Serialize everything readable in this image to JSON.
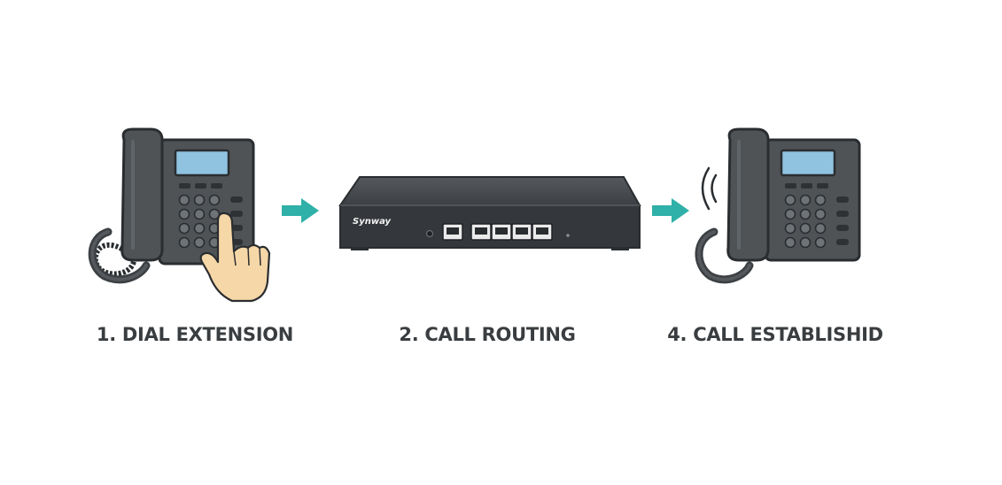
{
  "steps": [
    {
      "label": "1. DIAL EXTENSION"
    },
    {
      "label": "2. CALL ROUTING"
    },
    {
      "label": "4. CALL ESTABLISHID"
    }
  ],
  "device": {
    "brand": "Synway"
  },
  "colors": {
    "arrow": "#2fb0a8",
    "phone_body": "#4f5356",
    "phone_outline": "#2a2d30",
    "screen": "#8fc3e0",
    "router_body": "#3a3d40",
    "skin": "#f6d7a7",
    "label_text": "#3a3d40"
  },
  "icons": {
    "left_phone": "desk-phone-icon",
    "hand": "pointing-hand-icon",
    "router": "network-gateway-icon",
    "right_phone": "ringing-desk-phone-icon",
    "arrows": "arrow-right-icon"
  }
}
